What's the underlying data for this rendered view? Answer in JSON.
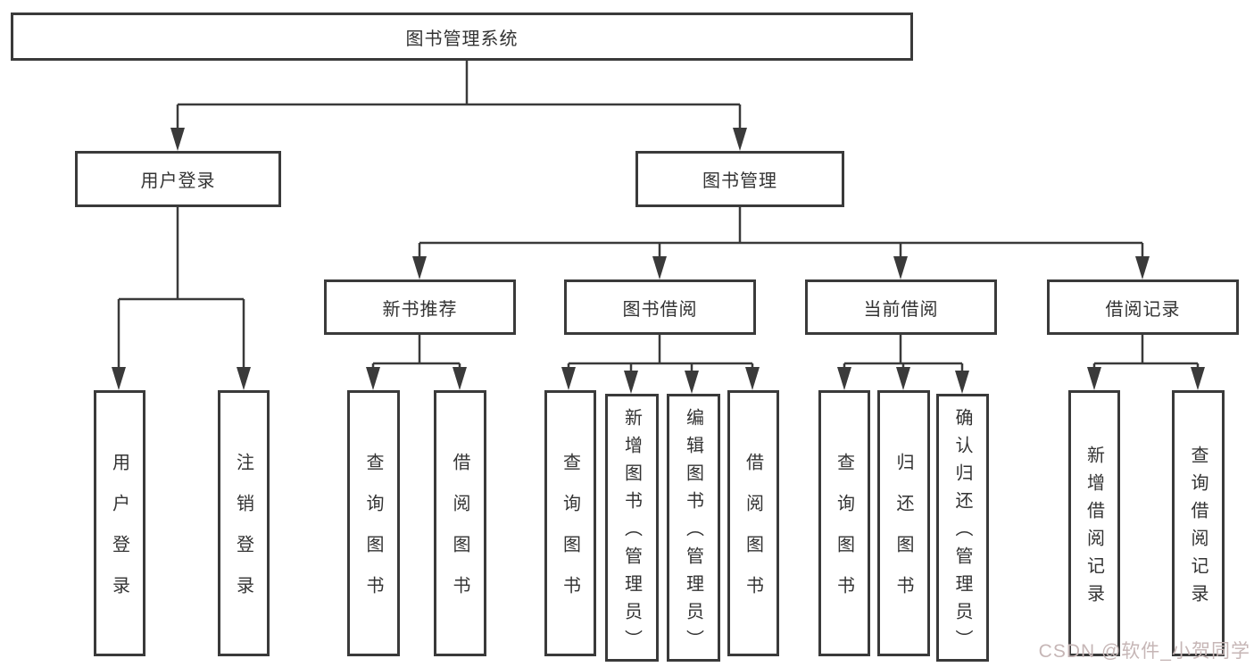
{
  "nodes": {
    "root": "图书管理系统",
    "user_login": "用户登录",
    "book_mgmt": "图书管理",
    "new_books": "新书推荐",
    "book_borrow": "图书借阅",
    "current_borrow": "当前借阅",
    "borrow_records": "借阅记录",
    "leaves": {
      "user_login": [
        "用户登录",
        "注销登录"
      ],
      "new_books": [
        "查询图书",
        "借阅图书"
      ],
      "book_borrow": [
        "查询图书",
        "新增图书（管理员）",
        "编辑图书（管理员）",
        "借阅图书"
      ],
      "current_borrow": [
        "查询图书",
        "归还图书",
        "确认归还（管理员）"
      ],
      "borrow_records": [
        "新增借阅记录",
        "查询借阅记录"
      ]
    }
  },
  "watermark": {
    "text": "CSDN @软件_小贺同学",
    "color": "#c6b6b6"
  },
  "colors": {
    "line": "#3a3a3a",
    "box_border": "#3a3a3a",
    "text": "#333333",
    "background": "#ffffff"
  }
}
